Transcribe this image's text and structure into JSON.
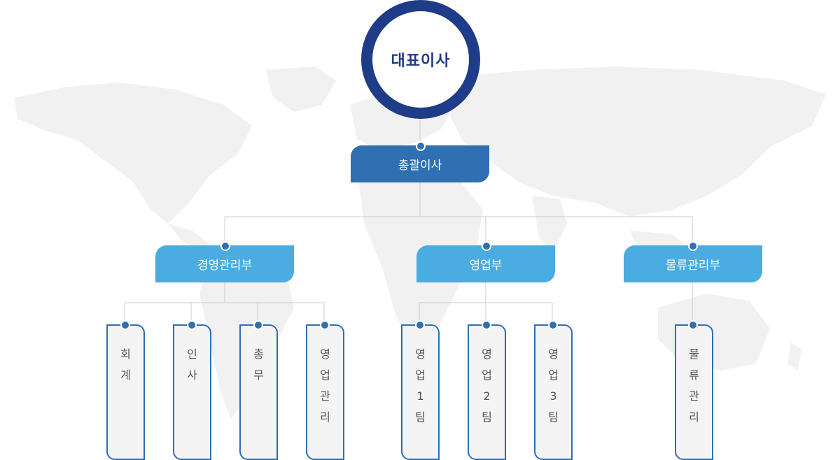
{
  "ceo": {
    "label": "대표이사"
  },
  "general_manager": {
    "label": "총괄이사"
  },
  "departments": [
    {
      "label": "경영관리부"
    },
    {
      "label": "영업부"
    },
    {
      "label": "물류관리부"
    }
  ],
  "teams": [
    {
      "label": "회계"
    },
    {
      "label": "인사"
    },
    {
      "label": "총무"
    },
    {
      "label": "영업관리"
    },
    {
      "label": "영업1팀"
    },
    {
      "label": "영업2팀"
    },
    {
      "label": "영업3팀"
    },
    {
      "label": "물류관리"
    }
  ],
  "colors": {
    "ceo": "#1f3c88",
    "general_manager": "#2f6fb2",
    "department": "#4aace0",
    "team_border": "#2f6fb2",
    "team_bg": "#f4f4f4",
    "connector": "#cccccc",
    "map": "#f1f1f1"
  }
}
